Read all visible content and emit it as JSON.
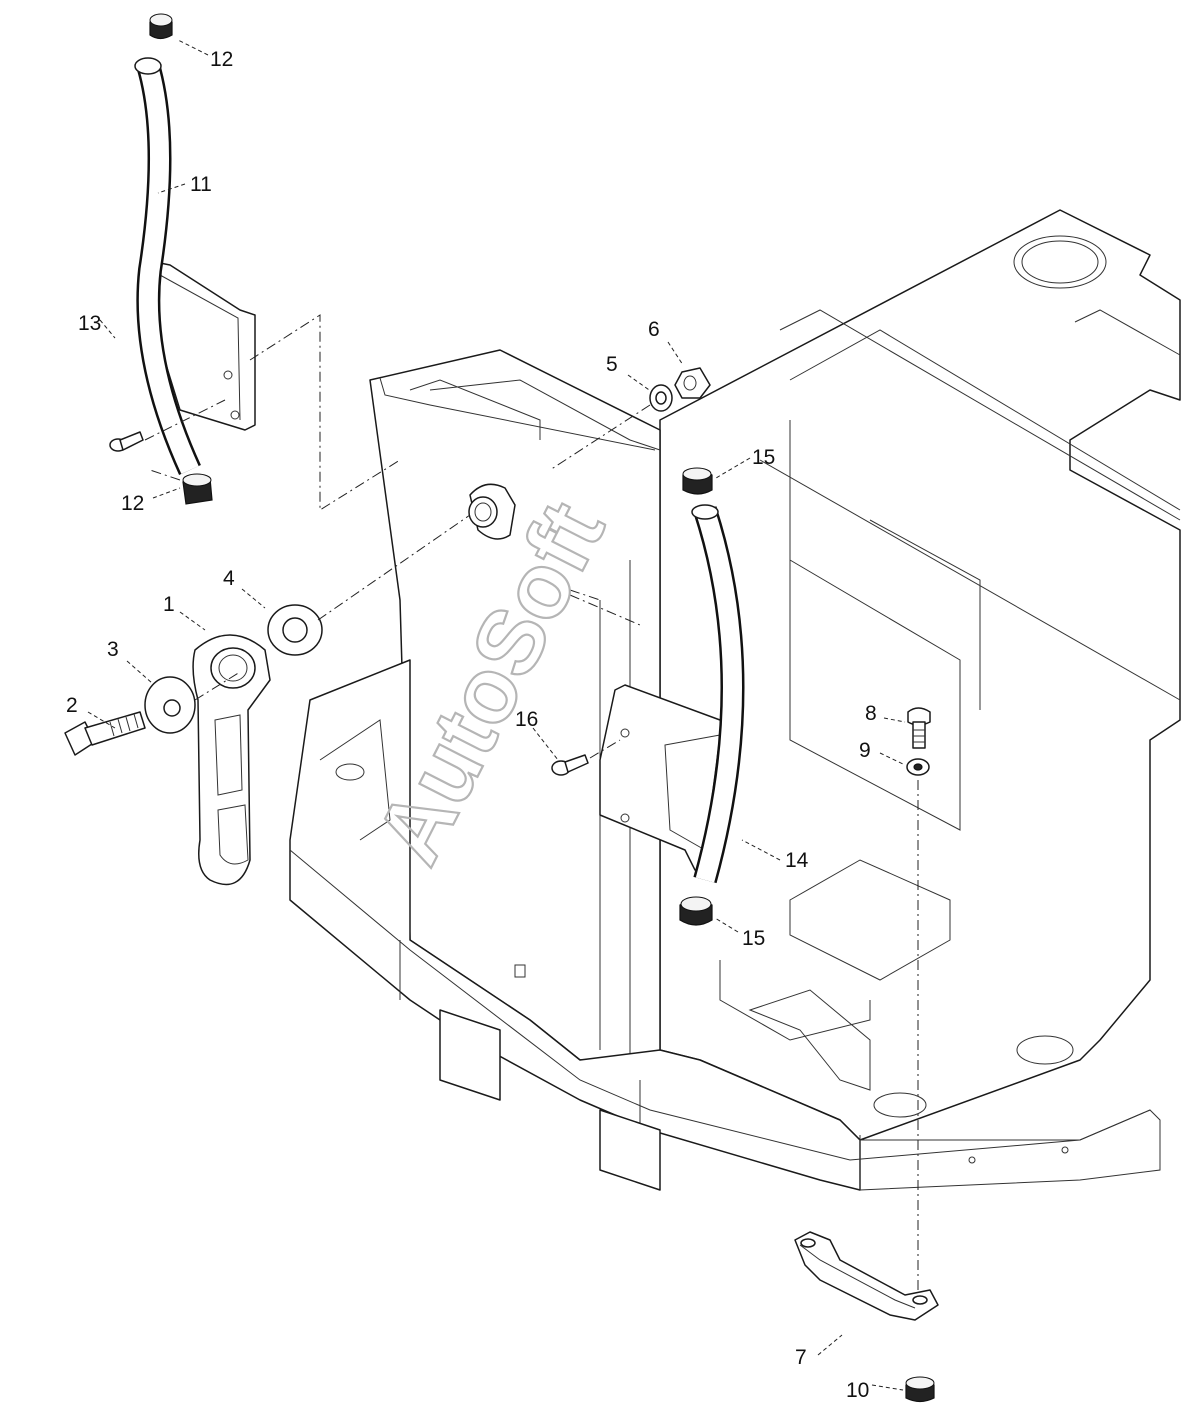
{
  "watermark": "AutoSoft",
  "callouts": {
    "c1": "1",
    "c2": "2",
    "c3": "3",
    "c4": "4",
    "c5": "5",
    "c6": "6",
    "c7": "7",
    "c8": "8",
    "c9": "9",
    "c10": "10",
    "c11": "11",
    "c12a": "12",
    "c12b": "12",
    "c13": "13",
    "c14": "14",
    "c15a": "15",
    "c15b": "15",
    "c16": "16"
  }
}
